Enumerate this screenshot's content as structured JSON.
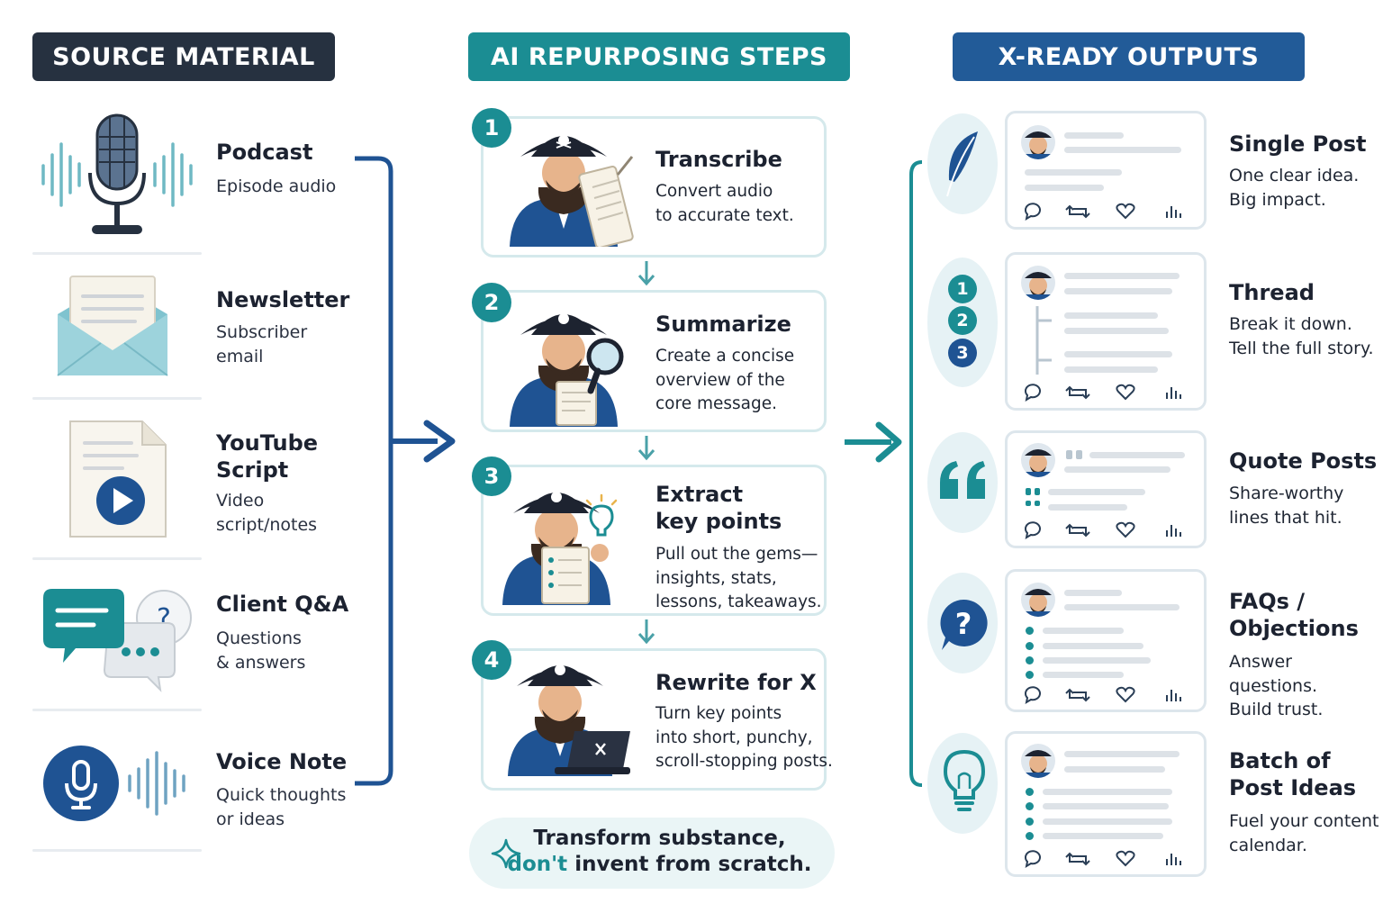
{
  "headers": {
    "source": "SOURCE MATERIAL",
    "steps": "AI REPURPOSING STEPS",
    "outputs": "X-READY OUTPUTS"
  },
  "sources": [
    {
      "title": "Podcast",
      "subtitle": "Episode audio",
      "icon": "microphone-icon"
    },
    {
      "title": "Newsletter",
      "subtitle": "Subscriber\nemail",
      "icon": "envelope-icon"
    },
    {
      "title": "YouTube\nScript",
      "subtitle": "Video\nscript/notes",
      "icon": "video-document-icon"
    },
    {
      "title": "Client Q&A",
      "subtitle": "Questions\n& answers",
      "icon": "chat-bubbles-icon"
    },
    {
      "title": "Voice Note",
      "subtitle": "Quick thoughts\nor ideas",
      "icon": "voice-mic-icon"
    }
  ],
  "steps": [
    {
      "number": "1",
      "title": "Transcribe",
      "description": "Convert audio\nto accurate text.",
      "icon": "pirate-scroll-icon"
    },
    {
      "number": "2",
      "title": "Summarize",
      "description": "Create a concise\noverview of the\ncore message.",
      "icon": "pirate-magnifier-icon"
    },
    {
      "number": "3",
      "title": "Extract\nkey points",
      "description": "Pull out the gems—\ninsights, stats,\nlessons, takeaways.",
      "icon": "pirate-lightbulb-icon"
    },
    {
      "number": "4",
      "title": "Rewrite for X",
      "description": "Turn key points\ninto short, punchy,\nscroll-stopping posts.",
      "icon": "pirate-laptop-icon"
    }
  ],
  "tagline": {
    "line1": "Transform substance,",
    "line2_highlight": "don't",
    "line2_rest": " invent from scratch."
  },
  "outputs": [
    {
      "title": "Single Post",
      "description": "One clear idea.\nBig impact.",
      "icon": "feather-icon"
    },
    {
      "title": "Thread",
      "description": "Break it down.\nTell the full story.",
      "icon": "numbered-list-icon",
      "numbers": [
        "1",
        "2",
        "3"
      ]
    },
    {
      "title": "Quote Posts",
      "description": "Share-worthy\nlines that hit.",
      "icon": "quote-icon"
    },
    {
      "title": "FAQs /\nObjections",
      "description": "Answer questions.\nBuild trust.",
      "icon": "question-icon"
    },
    {
      "title": "Batch of\nPost Ideas",
      "description": "Fuel your content\ncalendar.",
      "icon": "lightbulb-icon"
    }
  ],
  "colors": {
    "dark": "#263140",
    "teal": "#1b8d93",
    "blue": "#225b98",
    "light_teal": "#e6f2f5",
    "card_border": "#d5e9ec"
  }
}
